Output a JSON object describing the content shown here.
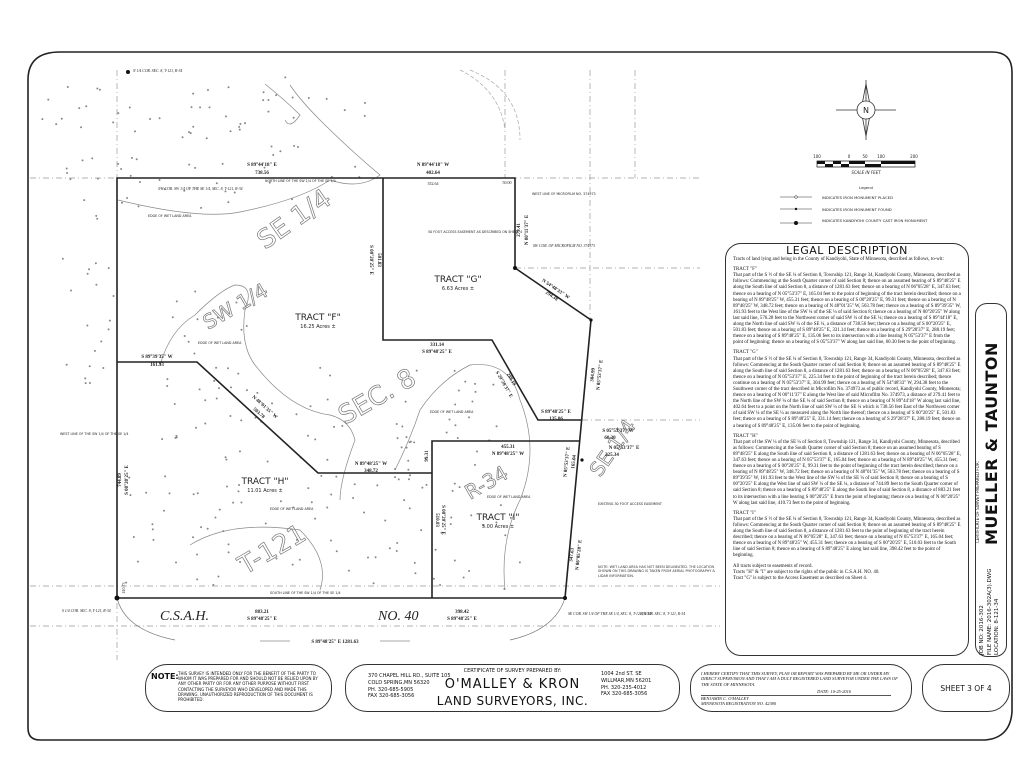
{
  "map": {
    "corners": {
      "n_quarter": "N 1/4 COR. SEC. 8, T-121, R-34",
      "nw_cor": "NW COR. SW 1/4 OF THE SE 1/4, SEC. 8, T-121, R-34",
      "s_quarter": "S 1/4 COR. SEC. 8, T-121, R-34",
      "se_cor_sw": "SE COR. SW 1/4 OF THE SE 1/4, SEC. 8, T-121, R-34",
      "se_cor": "SE COR. SEC. 8, T-121, R-34",
      "sw_microfilm": "SW COR. OF MICROFILM NO. 374973"
    },
    "bearings": {
      "north1": "S 89°44'18\" E",
      "north1_d": "738.56",
      "north2": "N 89°44'18\" W",
      "north2_d": "402.64",
      "north2_a": "352.64",
      "north2_b": "50.00",
      "mf_west": "N 00°11'37\" E",
      "mf_west_d": "279.41",
      "diag_g": "N 54°48'33\" W",
      "diag_g_d": "294.38",
      "f_east": "501.83",
      "f_east_b": "S 00°20'25\" E",
      "f_s1": "331.14",
      "f_s1_b": "S 89°48'25\" E",
      "f_diag": "S 29°28'37\" E",
      "f_diag_d": "288.19",
      "f_s2": "S 89°48'25\" E",
      "f_s2_d": "135.06",
      "pob1": "S 05°53'37\" W",
      "pob1_d": "60.30",
      "pob2": "N 05°53'37\" E",
      "pob2_d": "225.34",
      "east1": "N 05°53'37\" E",
      "east1_d": "304.99",
      "east2": "N 05°53'37\" E",
      "east2_d": "165.04",
      "east3": "N 06°05'28\" E",
      "east3_d": "347.63",
      "i_top": "N 89°48'25\" W",
      "i_top_d": "455.31",
      "i_west": "99.31",
      "i_west2": "S 00°20'25\" E",
      "i_west2_d": "510.03",
      "h_step": "S 89°39'35\" W",
      "h_step_d": "161.93",
      "h_diag": "N 48°01'35\" W",
      "h_diag_d": "503.78",
      "h_bot": "N 89°48'25\" W",
      "h_bot_d": "348.72",
      "west": "S 00°20'25\" E",
      "west_d": "744.89",
      "south1": "S 89°48'25\" E",
      "south1_d": "883.21",
      "south2": "S 89°48'25\" E",
      "south2_d": "398.42",
      "south_total": "S 89°48'25\" E  1281.63",
      "sw_small": "410.73"
    },
    "notes": {
      "north_line": "NORTH LINE OF THE SW 1/4 OF THE SE 1/4",
      "south_line": "SOUTH LINE OF THE SW 1/4 OF THE SE 1/4",
      "west_line": "WEST LINE OF THE SW 1/4 OF THE SE 1/4",
      "west_mf": "WEST LINE OF MICROFILM NO. 374973",
      "easement50": "50 FOOT ACCESS EASEMENT AS DESCRIBED ON SHEET 4",
      "existing_easement": "EXISTING 30 FOOT ACCESS EASEMENT",
      "wetland_edge": "EDGE OF WET LAND AREA",
      "wetland_note": "NOTE: WET LAND AREA HAS NOT BEEN DELINEATED. THE LOCATION SHOWN ON THIS DRAWING IS TAKEN FROM AERIAL PHOTOGRAPHY & LIDAR INFORMATION."
    },
    "tracts": [
      {
        "name": "TRACT \"F\"",
        "acres": "16.25 Acres ±"
      },
      {
        "name": "TRACT \"G\"",
        "acres": "6.63 Acres ±"
      },
      {
        "name": "TRACT \"H\"",
        "acres": "11.01 Acres ±"
      },
      {
        "name": "TRACT \"I\"",
        "acres": "5.00 Acres ±"
      }
    ],
    "big_labels": {
      "se_quarter": "SE 1/4",
      "sw_quarter": "SW 1/4",
      "sec": "SEC. 8",
      "twp": "T-121",
      "rng": "R-34",
      "road1": "C.S.A.H.",
      "road2": "NO. 40"
    }
  },
  "scale": {
    "ticks": [
      "100",
      "0",
      "50",
      "100",
      "200"
    ],
    "caption": "SCALE IN FEET"
  },
  "north_arrow": {
    "letter": "N"
  },
  "legend": {
    "title": "Legend",
    "items": [
      {
        "symbol": "open-circle",
        "label": "INDICATES IRON MONUMENT PLACED"
      },
      {
        "symbol": "filled-dot",
        "label": "INDICATES IRON MONUMENT FOUND"
      },
      {
        "symbol": "large-dot",
        "label": "INDICATES KANDIYOHI COUNTY CAST IRON MONUMENT"
      }
    ]
  },
  "legal": {
    "title": "LEGAL DESCRIPTION",
    "intro": "Tracts of land lying and being in the County of Kandiyohi, State of Minnesota, described as follows, to-wit:",
    "tracts": [
      {
        "heading": "TRACT \"F\"",
        "text": "That part of the S ½ of the SE ¼ of Section 8, Township 121, Range 34, Kandiyohi County, Minnesota, described as follows: Commencing at the South Quarter corner of said Section 8; thence on an assumed bearing of S 89°48'25\" E along the South line of said Section 8, a distance of 1281.63 feet; thence on a bearing of N 06°05'28\" E, 347.63 feet; thence on a bearing of N 05°53'37\" E, 165.04 feet to the point of beginning of the tract herein described; thence on a bearing of N 89°48'25\" W, 455.31 feet; thence on a bearing of S 00°20'25\" E, 99.31 feet; thence on a bearing of N 89°48'25\" W, 348.72 feet; thence on a bearing of N 48°01'35\" W, 503.78 feet; thence on a bearing of S 89°39'35\" W, 161.93 feet to the West line of the SW ¼ of the SE ¼ of said Section 8; thence on a bearing of N 00°20'25\" W along last said line, 576.28 feet to the Northwest corner of said SW ¼ of the SE ¼; thence on a bearing of S 89°44'18\" E, along the North line of said SW ¼ of the SE ¼, a distance of 738.56 feet; thence on a bearing of S 00°20'25\" E, 501.83 feet; thence on a bearing of S 89°48'25\" E, 331.14 feet; thence on a bearing of S 29°28'37\" E, 288.19 feet; thence on a bearing of S 89°48'25\" E, 135.06 feet to its intersection with a line bearing N 05°53'37\" E from the point of beginning; thence on a bearing of S 05°53'37\" W along last said line, 60.30 feet to the point of beginning."
      },
      {
        "heading": "TRACT \"G\"",
        "text": "That part of the S ½ of the SE ¼ of Section 8, Township 121, Range 34, Kandiyohi County, Minnesota, described as follows: Commencing at the South Quarter corner of said Section 8; thence on an assumed bearing of S 89°48'25\" E along the South line of said Section 8, a distance of 1281.63 feet; thence on a bearing of N 06°05'28\" E, 347.63 feet; thence on a bearing of N 05°53'37\" E, 225.34 feet to the point of beginning of the tract herein described; thence continue on a bearing of N 05°53'37\" E, 304.99 feet; thence on a bearing of N 54°48'33\" W, 294.38 feet to the Southwest corner of the tract described in Microfilm No. 374973 as of public record, Kandiyohi County, Minnesota; thence on a bearing of N 00°11'37\" E along the West line of said Microfilm No. 374973, a distance of 279.41 feet to the North line of the SW ¼ of the SE ¼ of said Section 8; thence on a bearing of N 89°44'18\" W along last said line, 402.64 feet to a point on the North line of said SW ¼ of the SE ¼ which is 738.56 feet East of the Northwest corner of said SW ¼ of the SE ¼ as measured along the North line thereof; thence on a bearing of S 00°20'25\" E, 501.83 feet; thence on a bearing of S 89°48'25\" E, 331.14 feet; thence on a bearing of S 29°28'37\" E, 288.19 feet; thence on a bearing of S 89°48'25\" E, 135.06 feet to the point of beginning."
      },
      {
        "heading": "TRACT \"H\"",
        "text": "That part of the SW ¼ of the SE ¼ of Section 8, Township 121, Range 34, Kandiyohi County, Minnesota, described as follows: Commencing at the South Quarter corner of said Section 8; thence on an assumed bearing of S 89°48'25\" E along the South line of said Section 8, a distance of 1281.63 feet; thence on a bearing of N 06°05'28\" E, 347.63 feet; thence on a bearing of N 05°53'37\" E, 165.04 feet; thence on a bearing of N 89°48'25\" W, 455.31 feet; thence on a bearing of S 00°20'25\" E, 99.31 feet to the point of beginning of the tract herein described; thence on a bearing of N 89°48'25\" W, 348.72 feet; thence on a bearing of N 48°01'35\" W, 503.78 feet; thence on a bearing of S 89°39'35\" W, 161.93 feet to the West line of the SW ¼ of the SE ¼ of said Section 8; thence on a bearing of S 00°20'25\" E along the West line of said SW ¼ of the SE ¼, a distance of 744.89 feet to the South Quarter corner of said Section 8; thence on a bearing of S 89°48'25\" E along the South line of said Section 8, a distance of 883.21 feet to its intersection with a line bearing S 00°20'25\" E from the point of beginning; thence on a bearing of N 00°20'25\" W along last said line, 410.73 feet to the point of beginning."
      },
      {
        "heading": "TRACT \"I\"",
        "text": "That part of the S ½ of the SE ¼ of Section 8, Township 121, Range 34, Kandiyohi County, Minnesota, described as follows: Commencing at the South Quarter corner of said Section 8; thence on an assumed bearing of S 89°48'25\" E along the South line of said Section 8, a distance of 1281.63 feet to the point of beginning of the tract herein described; thence on a bearing of N 06°05'28\" E, 347.63 feet; thence on a bearing of N 05°53'37\" E, 165.04 feet; thence on a bearing of N 89°48'25\" W, 455.31 feet; thence on a bearing of S 00°20'25\" E, 510.03 feet to the South line of said Section 8; thence on a bearing of S 89°48'25\" E along last said line, 398.42 feet to the point of beginning."
      }
    ],
    "footer": [
      "All tracts subject to easements of record.",
      "Tracts \"H\" & \"I\" are subject to the rights of the public in C.S.A.H. NO. 40.",
      "Tract \"G\" is subject to the Access Easement as described on Sheet 4."
    ]
  },
  "title_block": {
    "job": "JOB NO: 2016-302",
    "file": "FILE NAME: 2016-302A(3).DWG",
    "location": "LOCATION: 8-121-34",
    "prepared_for_caption": "CERTIFICATE OF SURVEY PREPARED FOR:",
    "client": "MUELLER & TAUNTON"
  },
  "note": {
    "label": "NOTE:",
    "text": "THIS SURVEY IS INTENDED ONLY FOR THE BENEFIT OF THE PARTY TO WHOM IT WAS PREPARED FOR AND SHOULD NOT BE RELIED UPON BY ANY OTHER PARTY OR FOR ANY OTHER PURPOSE WITHOUT FIRST CONTACTING THE SURVEYOR WHO DEVELOPED AND MADE THIS DRAWING. UNAUTHORIZED REPRODUCTION OF THIS DOCUMENT IS PROHIBITED."
  },
  "firm": {
    "caption": "CERTIFICATE OF SURVEY PREPARED BY:",
    "name1": "O'MALLEY & KRON",
    "name2": "LAND SURVEYORS, INC.",
    "office1": [
      "370 CHAPEL HILL RD., SUITE 105",
      "COLD SPRING,MN 56320",
      "PH. 320-685-5905",
      "FAX 320-685-3056"
    ],
    "office2": [
      "1004 2nd ST. SE",
      "WILLMAR,MN 56201",
      "PH. 320-235-4012",
      "FAX 320-685-3056"
    ]
  },
  "certification": {
    "text": "I HEREBY CERTIFY THAT THIS SURVEY, PLAN OR REPORT WAS PREPARED BY ME OR UNDER MY DIRECT SUPERVISION AND THAT I AM A DULY REGISTERED LAND SURVEYOR UNDER THE LAWS OF THE STATE OF MINNESOTA.",
    "date": "DATE: 10-25-2016",
    "name": "BENJAMIN C. O'MALLEY",
    "registration": "MINNESOTA REGISTRATION NO. 42380"
  },
  "sheet": {
    "label": "SHEET 3 OF 4"
  }
}
